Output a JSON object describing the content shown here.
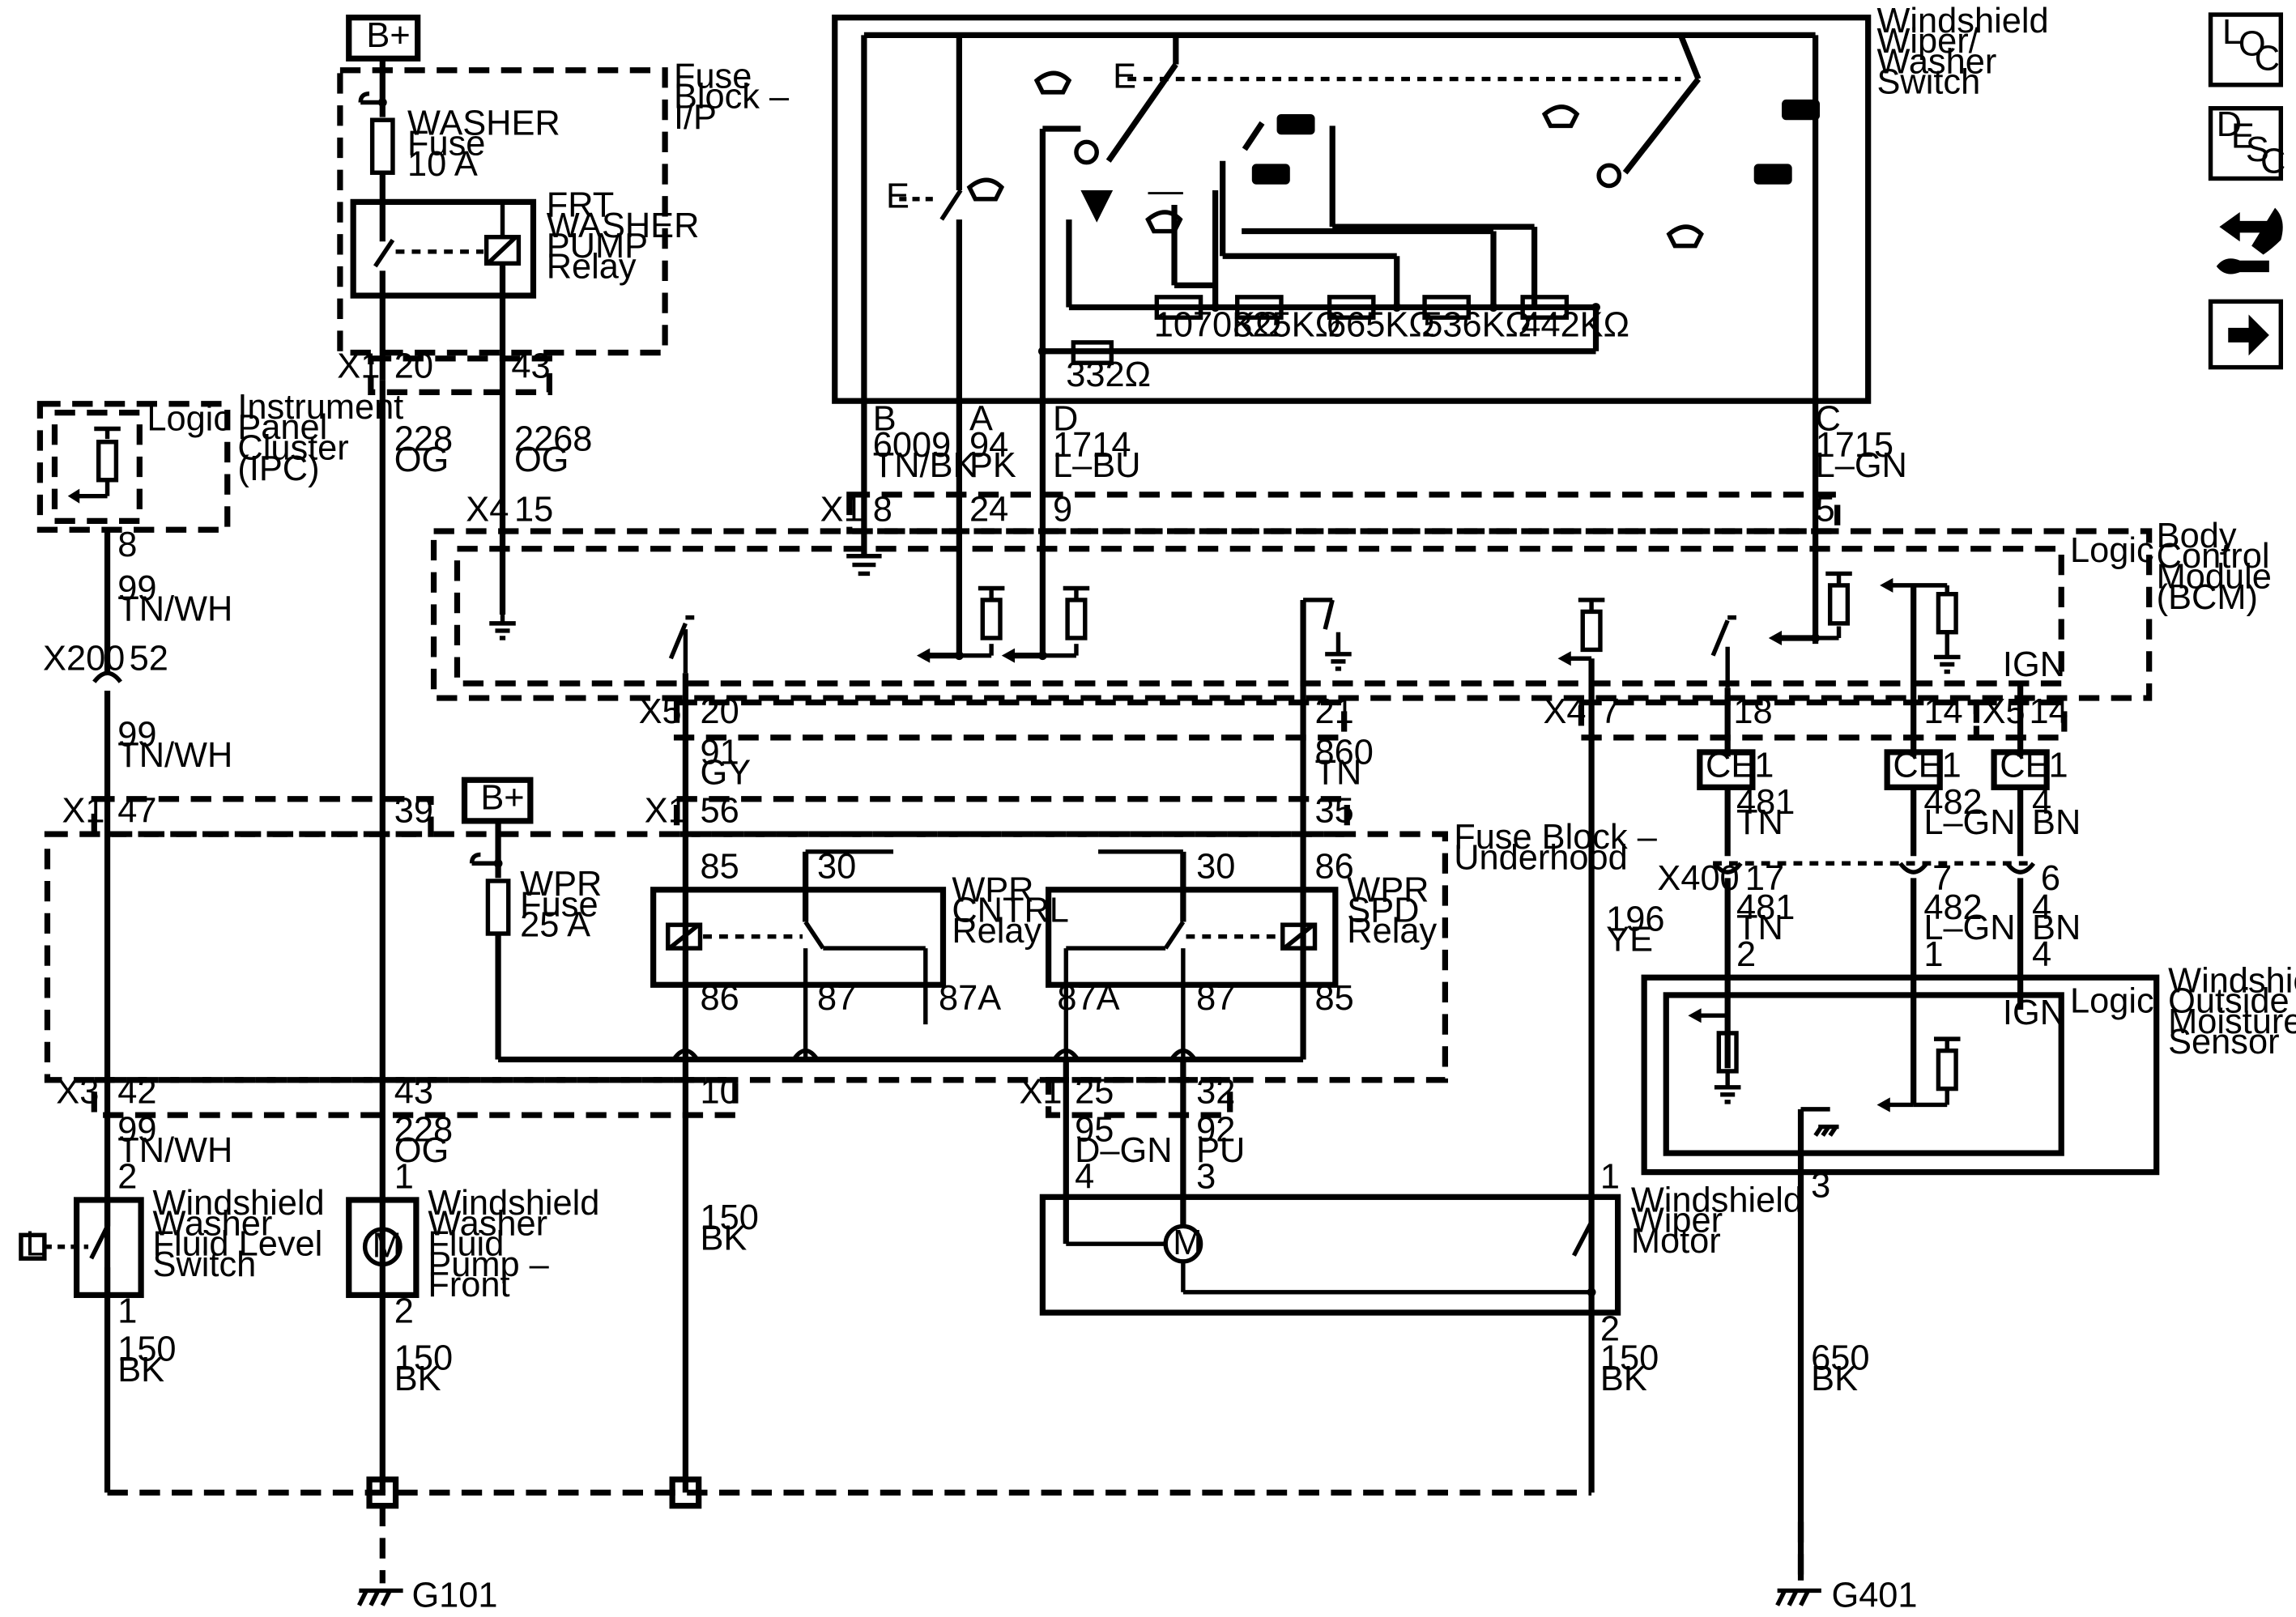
{
  "labels": {
    "b_plus_1": "B+",
    "b_plus_2": "B+",
    "fuse_block_ip": "Fuse\nBlock –\nI/P",
    "washer_fuse": "WASHER\nFuse\n10 A",
    "frt_washer_relay": "FRT\nWASHER\nPUMP\nRelay",
    "ipc": "Instrument\nPanel\nCluster\n(IPC)",
    "logic_ipc": "Logic",
    "logic_bcm": "Logic",
    "logic_sensor": "Logic",
    "bcm": "Body\nControl\nModule\n(BCM)",
    "wiper_switch": "Windshield\nWiper/\nWasher\nSwitch",
    "fuse_block_uh": "Fuse Block –\nUnderhood",
    "wpr_fuse": "WPR\nFuse\n25 A",
    "wpr_cntrl_relay": "WPR\nCNTRL\nRelay",
    "wpr_spd_relay": "WPR\nSPD\nRelay",
    "moisture_sensor": "Windshield\nOutside\nMoisture\nSensor",
    "wiper_motor": "Windshield\nWiper\nMotor",
    "washer_pump": "Windshield\nWasher\nFluid\nPump –\nFront",
    "fluid_level_switch": "Windshield\nWasher\nFluid Level\nSwitch",
    "g101": "G101",
    "g401": "G401",
    "ign_bcm": "IGN",
    "ign_sensor": "IGN",
    "ce1_a": "CE1",
    "ce1_b": "CE1",
    "ce1_c": "CE1",
    "motor_m1": "M",
    "motor_m2": "M",
    "l_box": "L",
    "sw_b": "B",
    "sw_a": "A",
    "sw_d": "D",
    "sw_c": "C"
  },
  "resistors": [
    "1070KΩ",
    "825KΩ",
    "665KΩ",
    "536KΩ",
    "442KΩ",
    "332Ω"
  ],
  "connectors": {
    "x1_top": "X1",
    "x4_top": "X4",
    "x1_sw": "X1",
    "x200": "X200",
    "x5": "X5",
    "x4_bcm": "X4",
    "x5_bcm": "X5",
    "x1_47": "X1",
    "x1_56": "X1",
    "x400": "X400",
    "x3": "X3",
    "x1_bot": "X1"
  },
  "pins": {
    "p20_top": "20",
    "p43_top": "43",
    "p15": "15",
    "p8_ipc": "8",
    "p52": "52",
    "p8_sw": "8",
    "p24": "24",
    "p9": "9",
    "p5": "5",
    "p20_bcm": "20",
    "p21": "21",
    "p7": "7",
    "p18": "18",
    "p14a": "14",
    "p14b": "14",
    "p47": "47",
    "p39": "39",
    "p56": "56",
    "p35": "35",
    "p85a": "85",
    "p30a": "30",
    "p30b": "30",
    "p86a": "86",
    "p86b": "86",
    "p87a": "87",
    "p87A": "87A",
    "p87Ab": "87A",
    "p87b": "87",
    "p85b": "85",
    "p17": "17",
    "p7b": "7",
    "p6": "6",
    "p2s": "2",
    "p1s": "1",
    "p4s": "4",
    "p42": "42",
    "p43": "43",
    "p10": "10",
    "p25": "25",
    "p32": "32",
    "p2lev": "2",
    "p1pump": "1",
    "p4m": "4",
    "p3m": "3",
    "p1m": "1",
    "p1lev": "1",
    "p2pump": "2",
    "p2m": "2",
    "p3s": "3"
  },
  "wires": {
    "w228_top": "228\nOG",
    "w2268": "2268\nOG",
    "w99_a": "99\nTN/WH",
    "w99_b": "99\nTN/WH",
    "w6009": "6009\nTN/BK",
    "w94": "94\nPK",
    "w1714": "1714\nL–BU",
    "w1715": "1715\nL–GN",
    "w91": "91\nGY",
    "w860": "860\nTN",
    "w481_a": "481\nTN",
    "w482_a": "482\nL–GN",
    "w4_a": "4\nBN",
    "w196": "196\nYE",
    "w481_b": "481\nTN",
    "w482_b": "482\nL–GN",
    "w4_b": "4\nBN",
    "w99_c": "99\nTN/WH",
    "w228_bot": "228\nOG",
    "w95": "95\nD–GN",
    "w92": "92\nPU",
    "w150_a": "150\nBK",
    "w150_b": "150\nBK",
    "w150_c": "150\nBK",
    "w150_d": "150\nBK",
    "w650": "650\nBK"
  },
  "nav_icons": {
    "loc_l": "L",
    "loc_o": "O",
    "loc_c": "C",
    "desc_d": "D",
    "desc_e": "E",
    "desc_s": "S",
    "desc_c": "C"
  }
}
